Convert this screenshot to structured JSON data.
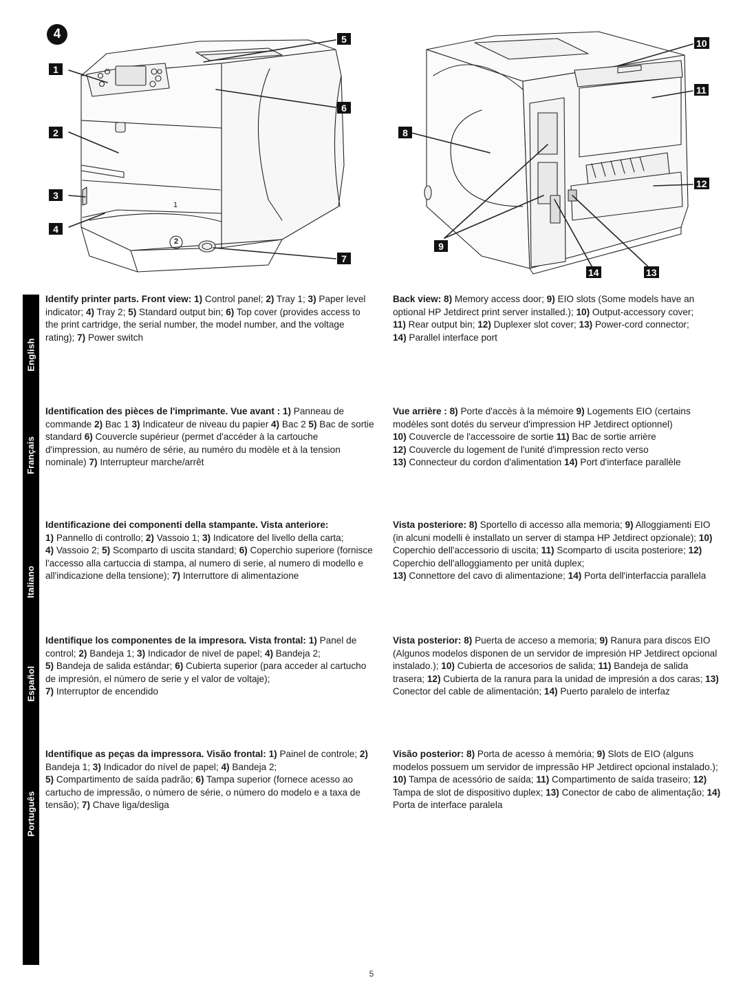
{
  "step_number": "4",
  "front_callouts": [
    "1",
    "2",
    "3",
    "4",
    "5",
    "6",
    "7"
  ],
  "back_callouts": [
    "8",
    "9",
    "10",
    "11",
    "12",
    "13",
    "14"
  ],
  "tray_marks": {
    "tray1": "1",
    "tray2": "2"
  },
  "languages": [
    "English",
    "Français",
    "Italiano",
    "Español",
    "Português"
  ],
  "sections": {
    "english": {
      "front": [
        {
          "b": "Identify printer parts. Front view: 1)"
        },
        {
          "t": " Control panel; "
        },
        {
          "b": "2)"
        },
        {
          "t": " Tray 1; "
        },
        {
          "b": "3)"
        },
        {
          "t": " Paper level indicator; "
        },
        {
          "b": "4)"
        },
        {
          "t": " Tray 2; "
        },
        {
          "b": "5)"
        },
        {
          "t": " Standard output bin; "
        },
        {
          "b": "6)"
        },
        {
          "t": " Top cover (provides access to the print cartridge, the serial number, the model number, and the voltage rating); "
        },
        {
          "b": "7)"
        },
        {
          "t": " Power switch"
        }
      ],
      "back": [
        {
          "b": "Back view: 8)"
        },
        {
          "t": " Memory access door; "
        },
        {
          "b": "9)"
        },
        {
          "t": " EIO slots (Some models have an optional HP Jetdirect print server installed.); "
        },
        {
          "b": "10)"
        },
        {
          "t": " Output-accessory cover; "
        },
        {
          "br": true
        },
        {
          "b": "11)"
        },
        {
          "t": " Rear output bin; "
        },
        {
          "b": "12)"
        },
        {
          "t": " Duplexer slot cover; "
        },
        {
          "b": "13)"
        },
        {
          "t": " Power-cord connector; "
        },
        {
          "br": true
        },
        {
          "b": "14)"
        },
        {
          "t": " Parallel interface port"
        }
      ]
    },
    "francais": {
      "front": [
        {
          "b": "Identification des pièces de l'imprimante. Vue avant : 1)"
        },
        {
          "t": " Panneau de commande "
        },
        {
          "b": "2)"
        },
        {
          "t": " Bac 1 "
        },
        {
          "b": "3)"
        },
        {
          "t": " Indicateur de niveau du papier "
        },
        {
          "b": "4)"
        },
        {
          "t": " Bac 2 "
        },
        {
          "b": "5)"
        },
        {
          "t": " Bac de sortie standard "
        },
        {
          "b": "6)"
        },
        {
          "t": " Couvercle supérieur (permet d'accéder à la cartouche d'impression, au numéro de série, au numéro du modèle et à la tension nominale) "
        },
        {
          "b": "7)"
        },
        {
          "t": " Interrupteur marche/arrêt"
        }
      ],
      "back": [
        {
          "b": "Vue arrière : 8)"
        },
        {
          "t": " Porte d'accès à la mémoire "
        },
        {
          "b": "9)"
        },
        {
          "t": " Logements EIO (certains modèles sont dotés du serveur d'impression HP Jetdirect optionnel) "
        },
        {
          "br": true
        },
        {
          "b": "10)"
        },
        {
          "t": " Couvercle de l'accessoire de sortie "
        },
        {
          "b": "11)"
        },
        {
          "t": " Bac de sortie arrière "
        },
        {
          "br": true
        },
        {
          "b": "12)"
        },
        {
          "t": " Couvercle du logement de l'unité d'impression recto verso "
        },
        {
          "br": true
        },
        {
          "b": "13)"
        },
        {
          "t": " Connecteur du cordon d'alimentation "
        },
        {
          "b": "14)"
        },
        {
          "t": " Port d'interface parallèle"
        }
      ]
    },
    "italiano": {
      "front": [
        {
          "b": "Identificazione dei componenti della stampante. Vista anteriore:"
        },
        {
          "br": true
        },
        {
          "b": "1)"
        },
        {
          "t": " Pannello di controllo; "
        },
        {
          "b": "2)"
        },
        {
          "t": " Vassoio 1; "
        },
        {
          "b": "3)"
        },
        {
          "t": " Indicatore del livello della carta; "
        },
        {
          "br": true
        },
        {
          "b": "4)"
        },
        {
          "t": " Vassoio 2; "
        },
        {
          "b": "5)"
        },
        {
          "t": " Scomparto di uscita standard; "
        },
        {
          "b": "6)"
        },
        {
          "t": " Coperchio superiore (fornisce l'accesso alla cartuccia di stampa, al numero di serie, al numero di modello e all'indicazione della tensione); "
        },
        {
          "b": "7)"
        },
        {
          "t": " Interruttore di alimentazione"
        }
      ],
      "back": [
        {
          "b": "Vista posteriore: 8)"
        },
        {
          "t": " Sportello di accesso alla memoria; "
        },
        {
          "b": "9)"
        },
        {
          "t": " Alloggiamenti EIO (in alcuni modelli è installato un server di stampa HP Jetdirect opzionale); "
        },
        {
          "b": "10)"
        },
        {
          "t": " Coperchio dell'accessorio di uscita; "
        },
        {
          "b": "11)"
        },
        {
          "t": " Scomparto di uscita posteriore; "
        },
        {
          "b": "12)"
        },
        {
          "t": " Coperchio dell'alloggiamento per unità duplex; "
        },
        {
          "br": true
        },
        {
          "b": "13)"
        },
        {
          "t": " Connettore del cavo di alimentazione; "
        },
        {
          "b": "14)"
        },
        {
          "t": " Porta dell'interfaccia parallela"
        }
      ]
    },
    "espanol": {
      "front": [
        {
          "b": "Identifique los componentes de la impresora. Vista frontal: 1)"
        },
        {
          "t": " Panel de control; "
        },
        {
          "b": "2)"
        },
        {
          "t": " Bandeja 1; "
        },
        {
          "b": "3)"
        },
        {
          "t": " Indicador de nivel de papel; "
        },
        {
          "b": "4)"
        },
        {
          "t": " Bandeja 2; "
        },
        {
          "br": true
        },
        {
          "b": "5)"
        },
        {
          "t": " Bandeja de salida estándar; "
        },
        {
          "b": "6)"
        },
        {
          "t": " Cubierta superior (para acceder al cartucho de impresión, el número de serie y el valor de voltaje); "
        },
        {
          "br": true
        },
        {
          "b": "7)"
        },
        {
          "t": " Interruptor de encendido"
        }
      ],
      "back": [
        {
          "b": "Vista posterior: 8)"
        },
        {
          "t": " Puerta de acceso a memoria; "
        },
        {
          "b": "9)"
        },
        {
          "t": " Ranura para discos EIO (Algunos modelos disponen de un servidor de impresión HP Jetdirect opcional instalado.); "
        },
        {
          "b": "10)"
        },
        {
          "t": " Cubierta de accesorios de salida; "
        },
        {
          "b": "11)"
        },
        {
          "t": " Bandeja de salida trasera; "
        },
        {
          "b": "12)"
        },
        {
          "t": " Cubierta de la ranura para la unidad de impresión a dos caras; "
        },
        {
          "b": "13)"
        },
        {
          "t": " Conector del cable de alimentación; "
        },
        {
          "b": "14)"
        },
        {
          "t": " Puerto paralelo de interfaz"
        }
      ]
    },
    "portugues": {
      "front": [
        {
          "b": "Identifique as peças da impressora. Visão frontal: 1)"
        },
        {
          "t": " Painel de controle; "
        },
        {
          "b": "2)"
        },
        {
          "t": " Bandeja 1; "
        },
        {
          "b": "3)"
        },
        {
          "t": " Indicador do nível de papel; "
        },
        {
          "b": "4)"
        },
        {
          "t": " Bandeja 2; "
        },
        {
          "br": true
        },
        {
          "b": "5)"
        },
        {
          "t": " Compartimento de saída padrão; "
        },
        {
          "b": "6)"
        },
        {
          "t": " Tampa superior (fornece acesso ao cartucho de impressão, o número de série, o número do modelo e a taxa de tensão); "
        },
        {
          "b": "7)"
        },
        {
          "t": " Chave liga/desliga"
        }
      ],
      "back": [
        {
          "b": "Visão posterior: 8)"
        },
        {
          "t": " Porta de acesso à memória; "
        },
        {
          "b": "9)"
        },
        {
          "t": " Slots de EIO (alguns modelos possuem um servidor de impressão HP Jetdirect opcional instalado.); "
        },
        {
          "b": "10)"
        },
        {
          "t": " Tampa de acessório de saída; "
        },
        {
          "b": "11)"
        },
        {
          "t": " Compartimento de saída traseiro; "
        },
        {
          "b": "12)"
        },
        {
          "t": " Tampa de slot de dispositivo duplex; "
        },
        {
          "b": "13)"
        },
        {
          "t": " Conector de cabo de alimentação; "
        },
        {
          "b": "14)"
        },
        {
          "t": " Porta de interface paralela"
        }
      ]
    }
  },
  "page_number": "5"
}
